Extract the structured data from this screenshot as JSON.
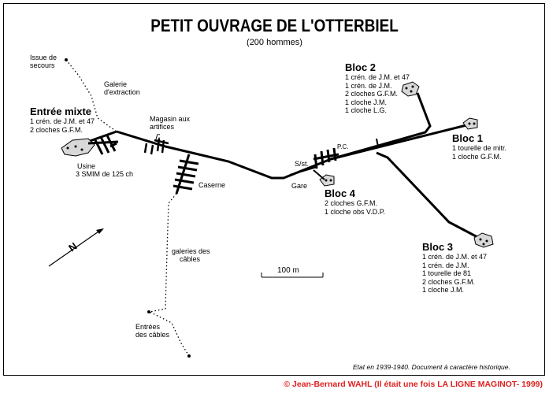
{
  "title": "PETIT OUVRAGE DE L'OTTERBIEL",
  "subtitle": "(200 hommes)",
  "labels": {
    "issue_line1": "Issue de",
    "issue_line2": "secours",
    "galerie_line1": "Galerie",
    "galerie_line2": "d'extraction",
    "magasin_line1": "Magasin aux",
    "magasin_line2": "artifices",
    "usine_line1": "Usine",
    "usine_line2": "3 SMIM de 125 ch",
    "caserne": "Caserne",
    "sst": "S/st.",
    "pc": "P.C.",
    "gare": "Gare",
    "galeries_line1": "galeries des",
    "galeries_line2": "câbles",
    "entrees_line1": "Entrées",
    "entrees_line2": "des câbles",
    "north": "N"
  },
  "blocs": {
    "entree": {
      "name": "Entrée mixte",
      "lines": [
        "1 crén. de J.M. et 47",
        "2 cloches G.F.M."
      ]
    },
    "bloc2": {
      "name": "Bloc 2",
      "lines": [
        "1 crén. de J.M. et 47",
        "1 crén. de J.M.",
        "2 cloches G.F.M.",
        "1 cloche J.M.",
        "1 cloche L.G."
      ]
    },
    "bloc1": {
      "name": "Bloc 1",
      "lines": [
        "1 tourelle de mitr.",
        "1 cloche G.F.M."
      ]
    },
    "bloc4": {
      "name": "Bloc 4",
      "lines": [
        "2 cloches G.F.M.",
        "1 cloche obs V.D.P."
      ]
    },
    "bloc3": {
      "name": "Bloc 3",
      "lines": [
        "1 crén. de J.M. et 47",
        "1 crén. de J.M.",
        "1 tourelle de 81",
        "2 cloches G.F.M.",
        "1 cloche J.M."
      ]
    }
  },
  "scale": "100 m",
  "note": "Etat en 1939-1940. Document à caractère historique.",
  "copyright": "© Jean-Bernard WAHL (Il était une fois LA LIGNE MAGINOT- 1999)",
  "colors": {
    "ink": "#000000",
    "block_fill": "#d8d8d8",
    "copyright": "#e02020"
  }
}
